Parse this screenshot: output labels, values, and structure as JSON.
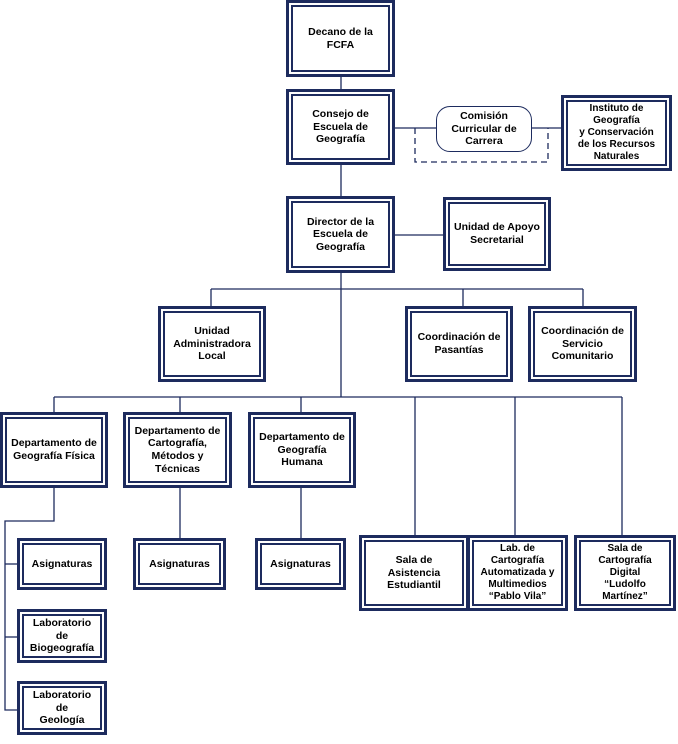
{
  "colors": {
    "border": "#1d2b5e",
    "line": "#1d2b5e",
    "text": "#000000"
  },
  "nodes": {
    "decano": "Decano de la\nFCFA",
    "consejo": "Consejo de\nEscuela de\nGeografía",
    "comision": "Comisión\nCurricular de\nCarrera",
    "instituto": "Instituto de\nGeografía\ny Conservación\nde los Recursos\nNaturales",
    "director": "Director de la\nEscuela de\nGeografía",
    "apoyo": "Unidad de Apoyo\nSecretarial",
    "administradora": "Unidad\nAdministradora\nLocal",
    "pasantias": "Coordinación de\nPasantías",
    "servicio": "Coordinación de\nServicio\nComunitario",
    "dep_fisica": "Departamento de\nGeografía Física",
    "dep_cartografia": "Departamento de\nCartografía,\nMétodos y\nTécnicas",
    "dep_humana": "Departamento de\nGeografía\nHumana",
    "asig_fisica": "Asignaturas",
    "lab_biogeografia": "Laboratorio de\nBiogeografía",
    "lab_geologia": "Laboratorio de\nGeología",
    "asig_cartografia": "Asignaturas",
    "asig_humana": "Asignaturas",
    "sala_asistencia": "Sala de\nAsistencia\nEstudiantil",
    "lab_cartografia": "Lab. de\nCartografía\nAutomatizada y\nMultimedios\n“Pablo Vila”",
    "sala_digital": "Sala de\nCartografía\nDigital\n“Ludolfo\nMartínez”"
  }
}
